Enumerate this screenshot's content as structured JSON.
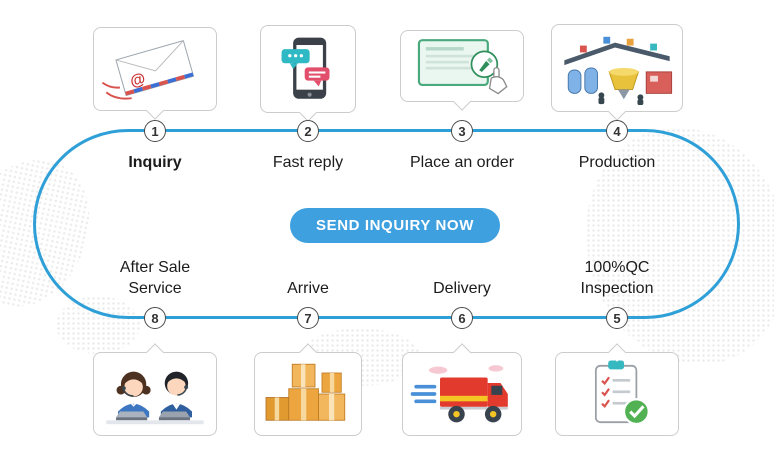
{
  "cta": {
    "label": "SEND INQUIRY NOW"
  },
  "steps": [
    {
      "num": "1",
      "label": "Inquiry"
    },
    {
      "num": "2",
      "label": "Fast reply"
    },
    {
      "num": "3",
      "label": "Place an order"
    },
    {
      "num": "4",
      "label": "Production"
    },
    {
      "num": "5",
      "label": "100%QC Inspection"
    },
    {
      "num": "6",
      "label": "Delivery"
    },
    {
      "num": "7",
      "label": "Arrive"
    },
    {
      "num": "8",
      "label": "After Sale Service"
    }
  ],
  "icons": {
    "step1": "airmail-envelope",
    "step2": "phone-chat",
    "step3": "order-screen",
    "step4": "factory-line",
    "step5": "qc-clipboard",
    "step6": "delivery-truck",
    "step7": "parcel-boxes",
    "step8": "customer-support"
  },
  "colors": {
    "ring": "#2f9fd8",
    "cta_bg": "#3fa0df",
    "cta_text": "#ffffff"
  }
}
